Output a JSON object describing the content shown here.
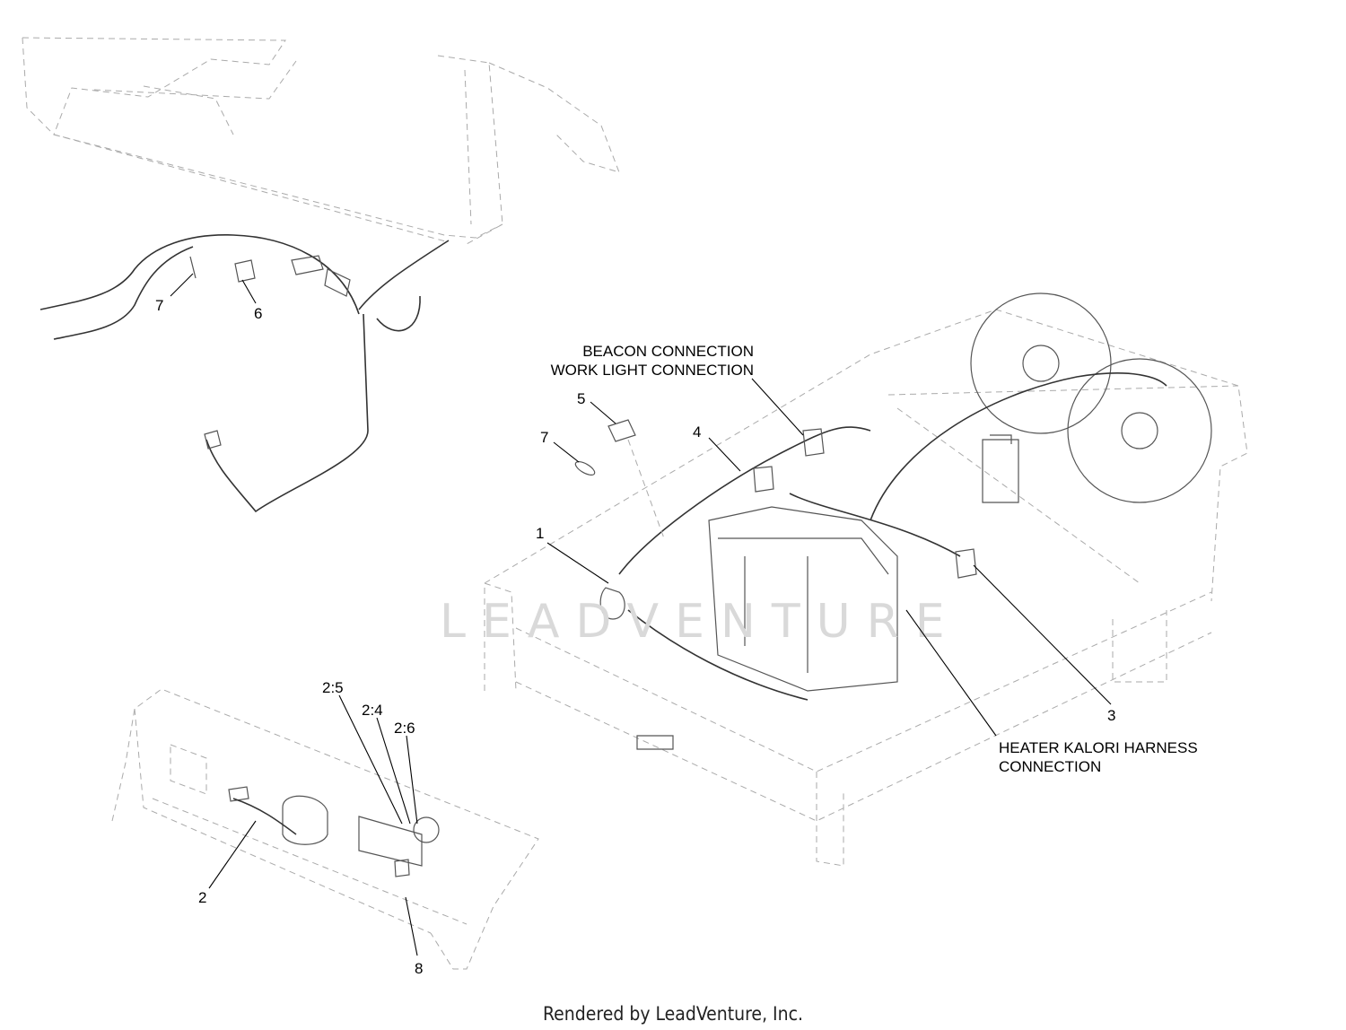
{
  "callouts": {
    "c1": "1",
    "c2": "2",
    "c3": "3",
    "c4": "4",
    "c5": "5",
    "c6": "6",
    "c7a": "7",
    "c7b": "7",
    "c8": "8",
    "c25": "2:5",
    "c24": "2:4",
    "c26": "2:6"
  },
  "notes": {
    "beacon": "BEACON CONNECTION",
    "work_light": "WORK LIGHT CONNECTION",
    "heater_line1": "HEATER KALORI HARNESS",
    "heater_line2": "CONNECTION"
  },
  "watermark": "LEADVENTURE",
  "footer": "Rendered by LeadVenture, Inc."
}
